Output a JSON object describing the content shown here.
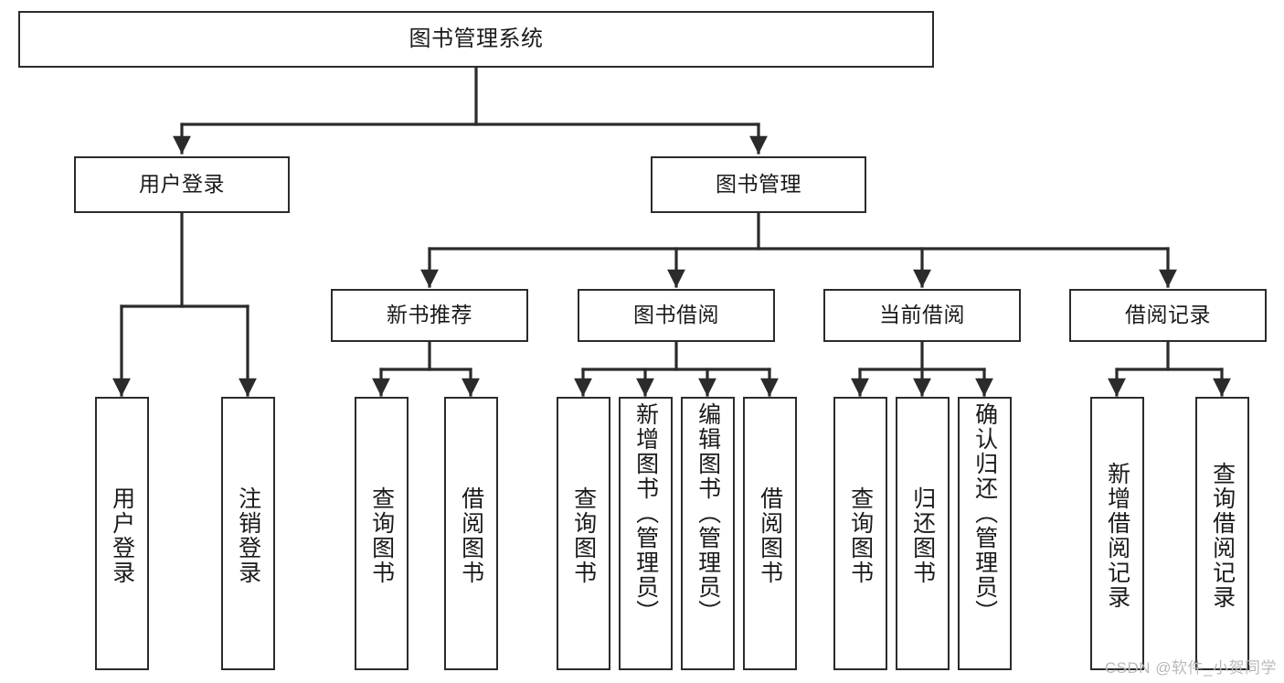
{
  "diagram": {
    "title": "图书管理系统",
    "type": "tree-hierarchy-diagram",
    "background_color": "#ffffff",
    "line_color": "#2b2b2b",
    "text_color": "#1a1a1a",
    "root": {
      "id": "root",
      "label": "图书管理系统",
      "orientation": "horizontal"
    },
    "level1": [
      {
        "id": "user-login",
        "label": "用户登录",
        "orientation": "horizontal"
      },
      {
        "id": "book-management",
        "label": "图书管理",
        "orientation": "horizontal"
      }
    ],
    "level2": [
      {
        "id": "new-book-recommend",
        "label": "新书推荐",
        "orientation": "horizontal",
        "parent": "book-management"
      },
      {
        "id": "book-borrow",
        "label": "图书借阅",
        "orientation": "horizontal",
        "parent": "book-management"
      },
      {
        "id": "current-borrow",
        "label": "当前借阅",
        "orientation": "horizontal",
        "parent": "book-management"
      },
      {
        "id": "borrow-records",
        "label": "借阅记录",
        "orientation": "horizontal",
        "parent": "book-management"
      }
    ],
    "leaves": [
      {
        "id": "leaf-user-login",
        "label": "用户登录",
        "orientation": "vertical",
        "parent": "user-login"
      },
      {
        "id": "leaf-logout",
        "label": "注销登录",
        "orientation": "vertical",
        "parent": "user-login"
      },
      {
        "id": "leaf-query-book-1",
        "label": "查询图书",
        "orientation": "vertical",
        "parent": "new-book-recommend"
      },
      {
        "id": "leaf-borrow-book-1",
        "label": "借阅图书",
        "orientation": "vertical",
        "parent": "new-book-recommend"
      },
      {
        "id": "leaf-query-book-2",
        "label": "查询图书",
        "orientation": "vertical",
        "parent": "book-borrow"
      },
      {
        "id": "leaf-add-book",
        "label": "新增图书（管理员）",
        "orientation": "vertical",
        "parent": "book-borrow"
      },
      {
        "id": "leaf-edit-book",
        "label": "编辑图书（管理员）",
        "orientation": "vertical",
        "parent": "book-borrow"
      },
      {
        "id": "leaf-borrow-book-2",
        "label": "借阅图书",
        "orientation": "vertical",
        "parent": "book-borrow"
      },
      {
        "id": "leaf-query-book-3",
        "label": "查询图书",
        "orientation": "vertical",
        "parent": "current-borrow"
      },
      {
        "id": "leaf-return-book",
        "label": "归还图书",
        "orientation": "vertical",
        "parent": "current-borrow"
      },
      {
        "id": "leaf-confirm-return",
        "label": "确认归还（管理员）",
        "orientation": "vertical",
        "parent": "current-borrow"
      },
      {
        "id": "leaf-add-record",
        "label": "新增借阅记录",
        "orientation": "vertical",
        "parent": "borrow-records"
      },
      {
        "id": "leaf-query-record",
        "label": "查询借阅记录",
        "orientation": "vertical",
        "parent": "borrow-records"
      }
    ]
  },
  "watermark": {
    "text": "CSDN @软件_小贺同学"
  }
}
